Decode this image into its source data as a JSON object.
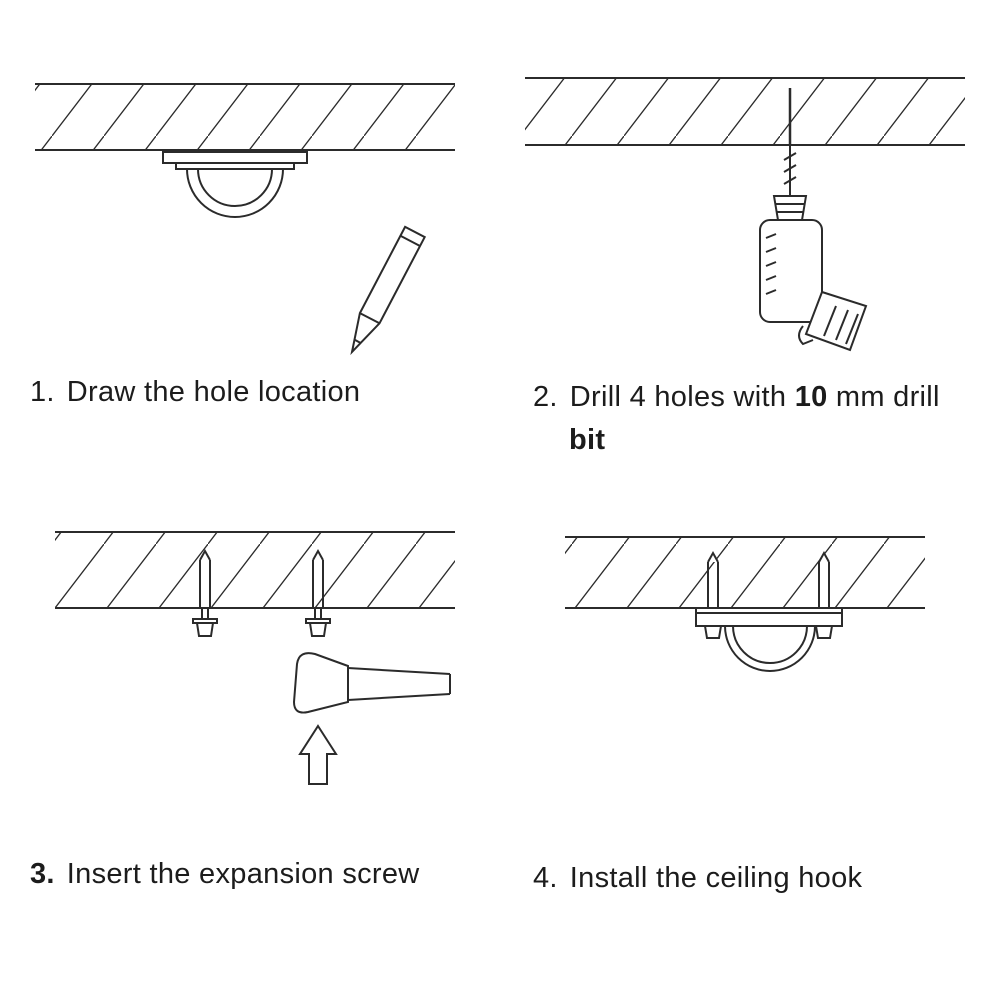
{
  "colors": {
    "line": "#2b2b2b",
    "background": "#ffffff"
  },
  "steps": [
    {
      "number": "1.",
      "text": "Draw the hole location"
    },
    {
      "number": "2.",
      "text_before": "Drill 4 holes with ",
      "text_bold": "10",
      "text_after": " mm drill",
      "text_line2": "bit"
    },
    {
      "number": "3.",
      "text": "Insert the expansion screw"
    },
    {
      "number": "4.",
      "text": "Install the ceiling hook"
    }
  ],
  "illustrations": {
    "step1": [
      "ceiling-slab",
      "ceiling-hook",
      "pencil-icon"
    ],
    "step2": [
      "ceiling-slab",
      "drilled-hole",
      "drill-icon"
    ],
    "step3": [
      "ceiling-slab",
      "expansion-screws",
      "hammer-icon",
      "up-arrow-icon"
    ],
    "step4": [
      "ceiling-slab",
      "mounting-plate",
      "ceiling-hook",
      "expansion-screws"
    ]
  }
}
